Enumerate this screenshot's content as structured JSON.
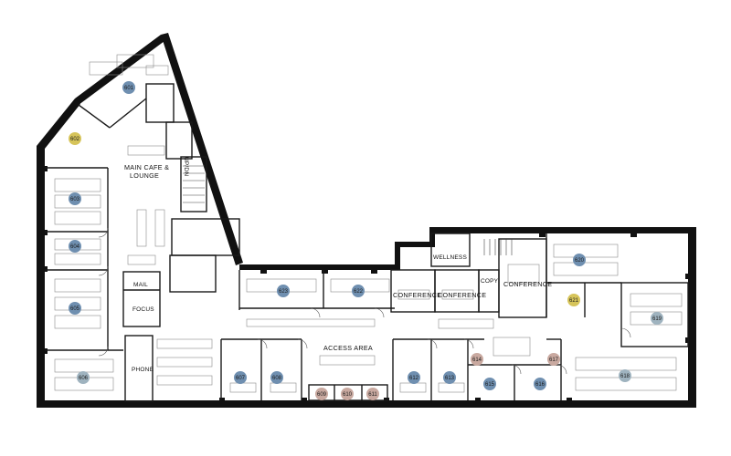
{
  "rooms": [
    {
      "id": "601",
      "color": "#6f8fb0"
    },
    {
      "id": "602",
      "color": "#d6c45a"
    },
    {
      "id": "603",
      "color": "#6f8fb0"
    },
    {
      "id": "604",
      "color": "#6f8fb0"
    },
    {
      "id": "605",
      "color": "#6f8fb0"
    },
    {
      "id": "606",
      "color": "#9fb3bf"
    },
    {
      "id": "607",
      "color": "#6f8fb0"
    },
    {
      "id": "608",
      "color": "#6f8fb0"
    },
    {
      "id": "609",
      "color": "#c9a9a0"
    },
    {
      "id": "610",
      "color": "#c9a9a0"
    },
    {
      "id": "611",
      "color": "#c9a9a0"
    },
    {
      "id": "612",
      "color": "#6f8fb0"
    },
    {
      "id": "613",
      "color": "#6f8fb0"
    },
    {
      "id": "614",
      "color": "#c9a9a0"
    },
    {
      "id": "615",
      "color": "#6f8fb0"
    },
    {
      "id": "616",
      "color": "#6f8fb0"
    },
    {
      "id": "617",
      "color": "#c9a9a0"
    },
    {
      "id": "618",
      "color": "#9fb3bf"
    },
    {
      "id": "619",
      "color": "#9fb3bf"
    },
    {
      "id": "620",
      "color": "#6f8fb0"
    },
    {
      "id": "621",
      "color": "#d6c45a"
    },
    {
      "id": "622",
      "color": "#6f8fb0"
    },
    {
      "id": "623",
      "color": "#6f8fb0"
    }
  ],
  "labels": {
    "main_cafe_line1": "MAIN CAFE &",
    "main_cafe_line2": "LOUNGE",
    "mail": "MAIL",
    "focus": "FOCUS",
    "phone": "PHONE",
    "access_area": "ACCESS AREA",
    "conference_1": "CONFERENCE",
    "conference_2": "CONFERENCE",
    "conference_3": "CONFERENCE",
    "copy": "COPY",
    "wellness": "WELLNESS",
    "stairs": "UP/DN"
  },
  "colors": {
    "wall": "#111111",
    "furniture": "#8a8a8a",
    "floor": "#ffffff"
  }
}
